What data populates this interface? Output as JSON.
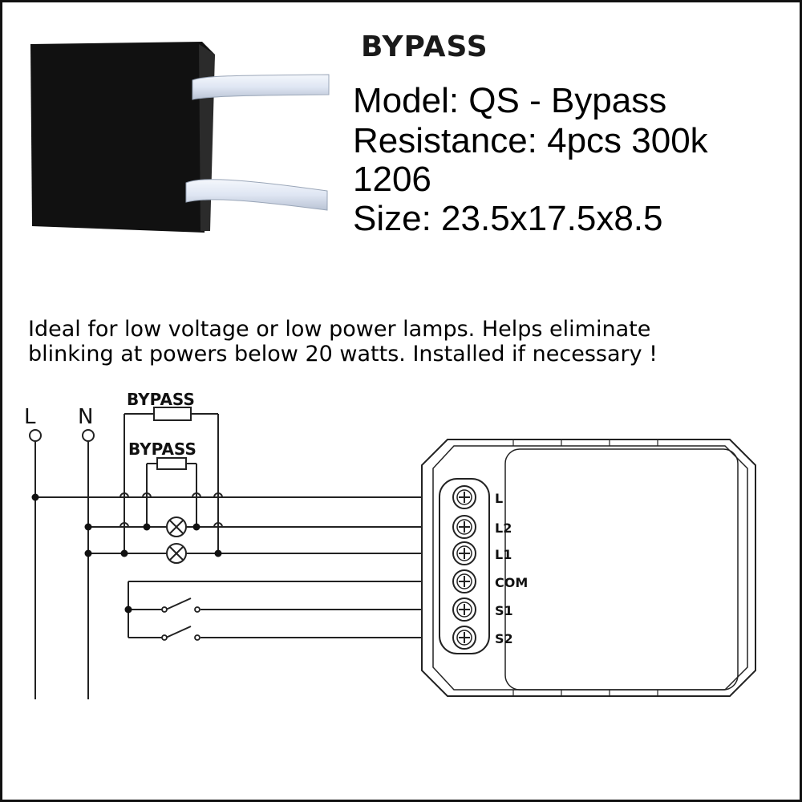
{
  "product": {
    "title": "BYPASS",
    "model": "Model: QS - Bypass",
    "resistance": "Resistance: 4pcs 300k",
    "code": "1206",
    "size": "Size: 23.5x17.5x8.5"
  },
  "note": {
    "line1": "Ideal for low voltage or low power lamps. Helps eliminate",
    "line2": "blinking at powers below 20 watts. Installed if necessary !"
  },
  "diagram": {
    "line_label": "L",
    "neutral_label": "N",
    "bypass_label_top": "BYPASS",
    "bypass_label_mid": "BYPASS",
    "terminals": [
      "L",
      "L2",
      "L1",
      "COM",
      "S1",
      "S2"
    ]
  },
  "colors": {
    "device_body": "#1a1a1a",
    "wire_insulation": "#dfe6f3",
    "line_color": "#222222"
  }
}
